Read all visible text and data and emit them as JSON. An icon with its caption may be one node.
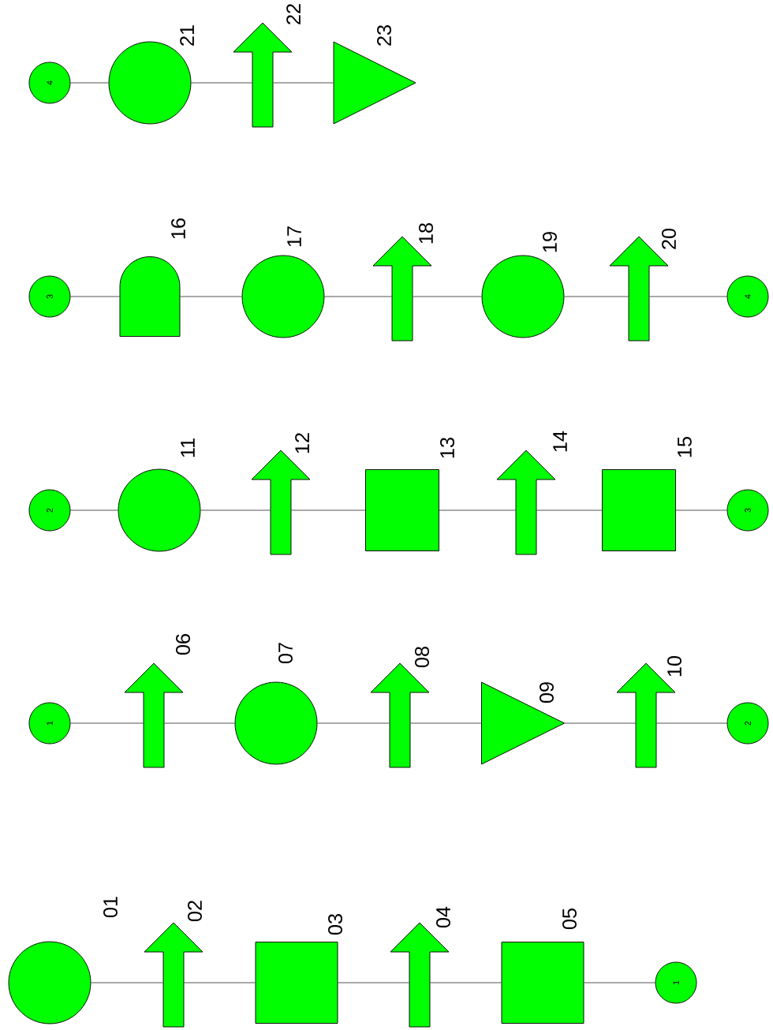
{
  "diagram": {
    "nodes": [
      {
        "text": [],
        "shape": "circle",
        "beside": [
          "01"
        ]
      },
      {
        "text": [],
        "shape": "arrow",
        "beside": [
          "02"
        ]
      },
      {
        "text": [],
        "shape": "box",
        "beside": [
          "03"
        ]
      },
      {
        "text": [],
        "shape": "arrow",
        "beside": [
          "04"
        ]
      },
      {
        "text": [],
        "shape": "box",
        "beside": [
          "05"
        ]
      },
      {
        "text": [
          "1"
        ]
      },
      {
        "text": [
          "1"
        ]
      },
      {
        "text": [],
        "shape": "arrow",
        "beside": [
          "06"
        ]
      },
      {
        "text": [],
        "shape": "circle",
        "beside": [
          "07"
        ]
      },
      {
        "text": [],
        "shape": "arrow",
        "beside": [
          "08"
        ]
      },
      {
        "text": [],
        "shape": "triangle",
        "beside": [
          "09"
        ]
      },
      {
        "text": [],
        "shape": "arrow",
        "beside": [
          "10"
        ]
      },
      {
        "text": [
          "2"
        ]
      },
      {
        "text": [
          "2"
        ]
      },
      {
        "text": [],
        "shape": "circle",
        "beside": [
          "11"
        ]
      },
      {
        "text": [],
        "shape": "arrow",
        "beside": [
          "12"
        ]
      },
      {
        "text": [],
        "shape": "box",
        "beside": [
          "13"
        ]
      },
      {
        "text": [],
        "shape": "arrow",
        "beside": [
          "14"
        ]
      },
      {
        "text": [],
        "shape": "box",
        "beside": [
          "15"
        ]
      },
      {
        "text": [
          "3"
        ]
      },
      {
        "text": [
          "3"
        ]
      },
      {
        "text": [],
        "shape": "arch",
        "beside": [
          "16"
        ]
      },
      {
        "text": [],
        "shape": "circle",
        "beside": [
          "17"
        ]
      },
      {
        "text": [],
        "shape": "arrow",
        "beside": [
          "18"
        ]
      },
      {
        "text": [],
        "shape": "circle",
        "beside": [
          "19"
        ]
      },
      {
        "text": [],
        "shape": "arrow",
        "beside": [
          "20"
        ]
      },
      {
        "text": [
          "4"
        ]
      },
      {
        "text": [
          "4"
        ]
      },
      {
        "text": [],
        "shape": "circle",
        "beside": [
          "21"
        ]
      },
      {
        "text": [],
        "shape": "arrow",
        "beside": [
          "22"
        ]
      },
      {
        "text": [],
        "shape": "triangle",
        "beside": [
          "23"
        ]
      }
    ],
    "edges": [
      {
        "from": 0,
        "to": 1,
        "arrow": "none"
      },
      {
        "from": 1,
        "to": 2,
        "arrow": "none"
      },
      {
        "from": 2,
        "to": 3,
        "arrow": "none"
      },
      {
        "from": 3,
        "to": 4,
        "arrow": "none"
      },
      {
        "from": 4,
        "to": 5,
        "arrow": "none"
      },
      {
        "from": 6,
        "to": 7,
        "arrow": "none"
      },
      {
        "from": 7,
        "to": 8,
        "arrow": "none"
      },
      {
        "from": 8,
        "to": 9,
        "arrow": "none"
      },
      {
        "from": 9,
        "to": 10,
        "arrow": "none"
      },
      {
        "from": 10,
        "to": 11,
        "arrow": "none"
      },
      {
        "from": 11,
        "to": 12,
        "arrow": "none"
      },
      {
        "from": 13,
        "to": 14,
        "arrow": "none"
      },
      {
        "from": 14,
        "to": 15,
        "arrow": "none"
      },
      {
        "from": 15,
        "to": 16,
        "arrow": "none"
      },
      {
        "from": 16,
        "to": 17,
        "arrow": "none"
      },
      {
        "from": 17,
        "to": 18,
        "arrow": "none"
      },
      {
        "from": 18,
        "to": 19,
        "arrow": "none"
      },
      {
        "from": 20,
        "to": 21,
        "arrow": "none"
      },
      {
        "from": 21,
        "to": 22,
        "arrow": "none"
      },
      {
        "from": 22,
        "to": 23,
        "arrow": "none"
      },
      {
        "from": 23,
        "to": 24,
        "arrow": "none"
      },
      {
        "from": 24,
        "to": 25,
        "arrow": "none"
      },
      {
        "from": 25,
        "to": 26,
        "arrow": "none"
      },
      {
        "from": 27,
        "to": 28,
        "arrow": "none"
      },
      {
        "from": 28,
        "to": 29,
        "arrow": "none"
      },
      {
        "from": 29,
        "to": 30,
        "arrow": "none"
      }
    ]
  }
}
